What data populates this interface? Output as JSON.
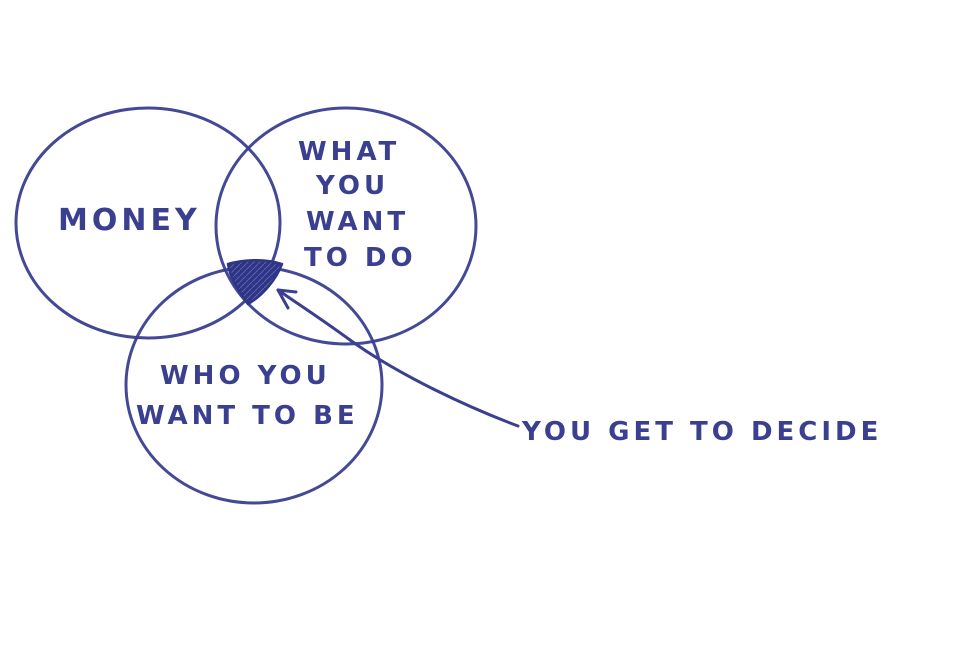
{
  "diagram": {
    "ink_color": "#3a3f8f",
    "circle_money": {
      "label": "MONEY"
    },
    "circle_what_you_want_to_do": {
      "lines": [
        "WHAT",
        "YOU",
        "WANT",
        "TO DO"
      ]
    },
    "circle_who_you_want_to_be": {
      "lines": [
        "WHO YOU",
        "WANT TO BE"
      ]
    },
    "arrow_label": "YOU GET TO DECIDE"
  }
}
